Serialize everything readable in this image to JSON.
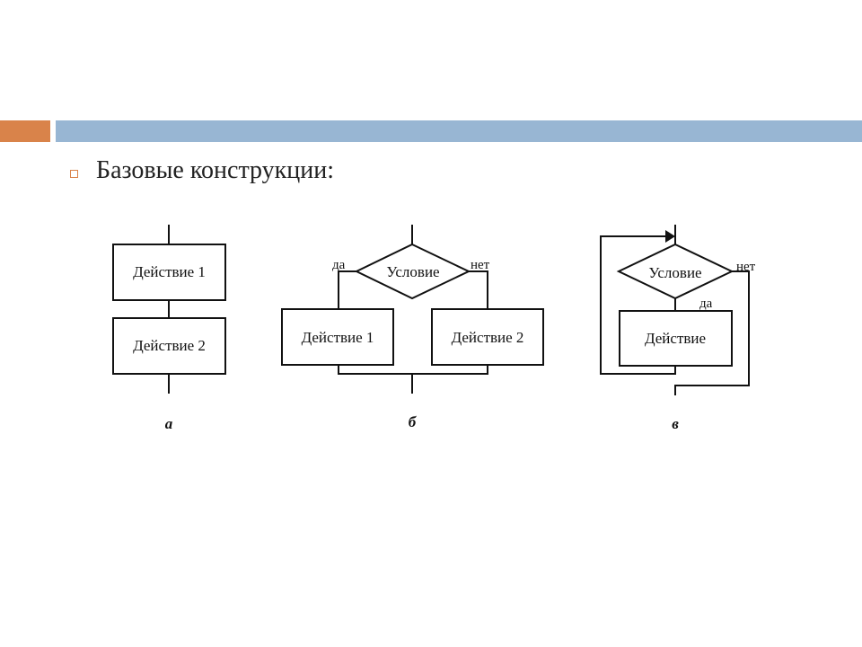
{
  "slide": {
    "heading": "Базовые конструкции:",
    "colors": {
      "accent_orange": "#d9834a",
      "accent_blue": "#98b6d3",
      "ink": "#111111"
    }
  },
  "diagram_a": {
    "action1": "Действие 1",
    "action2": "Действие 2",
    "caption": "а"
  },
  "diagram_b": {
    "condition": "Условие",
    "yes": "да",
    "no": "нет",
    "action1": "Действие 1",
    "action2": "Действие 2",
    "caption": "б"
  },
  "diagram_c": {
    "condition": "Условие",
    "yes": "да",
    "no": "нет",
    "action": "Действие",
    "caption": "в"
  }
}
